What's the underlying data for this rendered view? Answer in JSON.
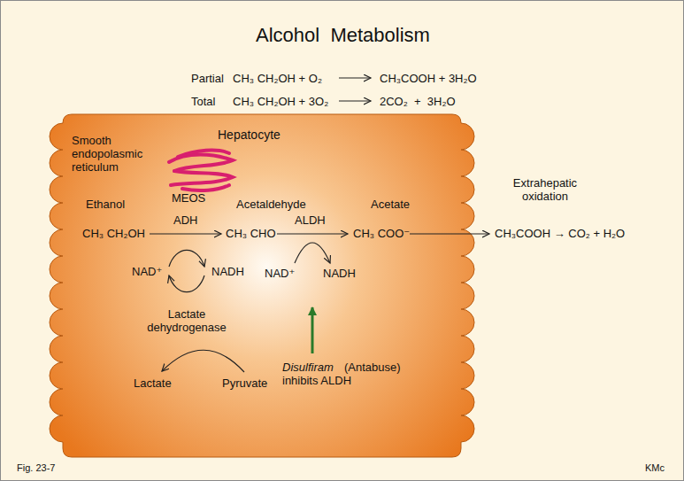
{
  "diagram": {
    "title": "Alcohol  Metabolism",
    "nodes": [
      {
        "text": [
          "Hepatocyte"
        ]
      },
      {
        "text": [
          "Smooth endopolasmic reticulum",
          "MEOS"
        ],
        "in": 0
      }
    ],
    "labels": [
      "Partial",
      "CH₃ CH₂OH + O₂",
      "CH₃COOH + 3H₂O",
      "Total",
      "CH₃ CH₂OH + 3O₂",
      "2CO₂  +  3H₂O",
      "Ethanol",
      "Acetaldehyde",
      "Acetate",
      "ADH",
      "ALDH",
      "CH₃ CH₂OH",
      "CH₃ CHO",
      "CH₃ COO⁻",
      "NAD⁺",
      "NADH",
      "NAD⁺",
      "NADH",
      "Lactate dehydrogenase",
      "Lactate",
      "Pyruvate",
      "Disulfiram",
      "(Antabuse) inhibits ALDH",
      "Extrahepatic oxidation",
      "CH₃COOH → CO₂ + H₂O",
      "Fig. 23-7",
      "KMc"
    ]
  }
}
